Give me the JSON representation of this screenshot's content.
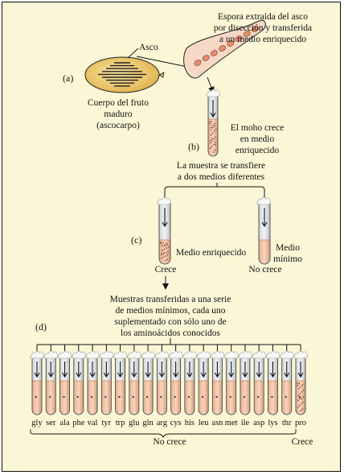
{
  "steps": {
    "a": "(a)",
    "b": "(b)",
    "c": "(c)",
    "d": "(d)"
  },
  "labels": {
    "asco": "Asco",
    "fruit_body": [
      "Cuerpo del fruto",
      "maduro",
      "(ascocarpo)"
    ],
    "spore": [
      "Espora extraída del asco",
      "por disección y transferida",
      "a un medio enriquecido"
    ],
    "grows": [
      "El moho crece",
      "en medio",
      "enriquecido"
    ],
    "transfer": [
      "La muestra se transfiere",
      "a dos medios diferentes"
    ],
    "rich_medium": "Medio enriquecido",
    "min_medium": [
      "Medio",
      "mínimo"
    ],
    "crece": "Crece",
    "no_crece": "No crece",
    "series": [
      "Muestras transferidas a una serie",
      "de medios mínimos, cada uno",
      "suplementado con sólo uno de",
      "los aminoácidos conocidos"
    ],
    "bottom_no_crece": "No crece",
    "bottom_crece": "Crece"
  },
  "amino_acids": [
    "gly",
    "ser",
    "ala",
    "phe",
    "val",
    "tyr",
    "trp",
    "glu",
    "gln",
    "arg",
    "cys",
    "his",
    "leu",
    "asn",
    "met",
    "ile",
    "asp",
    "lys",
    "thr",
    "pro"
  ],
  "colors": {
    "background": "#fbf7d6",
    "medium": "#f3c7a8",
    "medium_dark": "#e4ab86",
    "fruit": "#f2d27a",
    "spore": "#e58f6f"
  }
}
